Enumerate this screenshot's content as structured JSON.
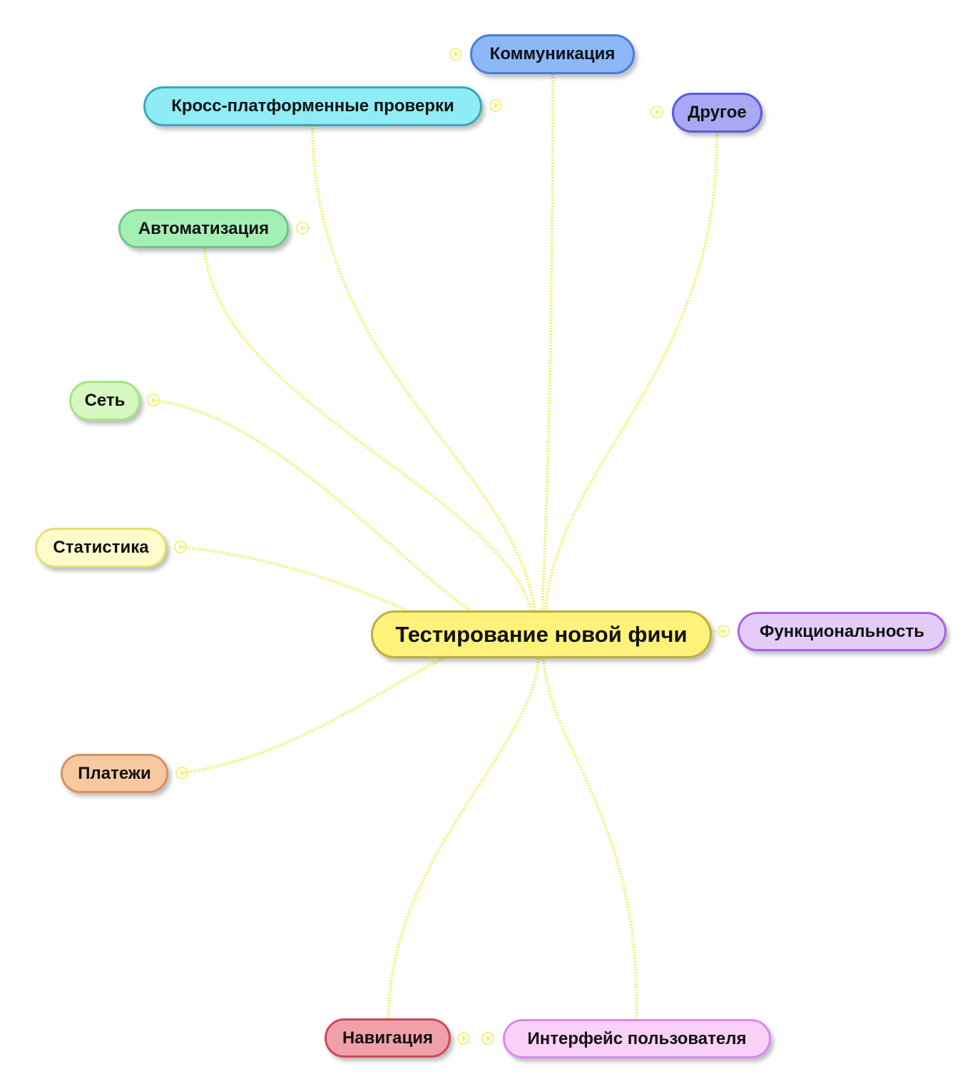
{
  "root": {
    "label": "Тестирование новой фичи",
    "fill": "#fff27a",
    "border": "#b8b040"
  },
  "branches": [
    {
      "label": "Коммуникация",
      "fill": "#8cb8f8",
      "border": "#4a7de0"
    },
    {
      "label": "Кросс-платформенные проверки",
      "fill": "#8eecf4",
      "border": "#3aa8b8"
    },
    {
      "label": "Другое",
      "fill": "#a8a8f4",
      "border": "#5a5ae0"
    },
    {
      "label": "Автоматизация",
      "fill": "#a4f0b4",
      "border": "#6cc888"
    },
    {
      "label": "Сеть",
      "fill": "#d4f8c0",
      "border": "#a0e880"
    },
    {
      "label": "Статистика",
      "fill": "#fffccc",
      "border": "#e8e070"
    },
    {
      "label": "Функциональность",
      "fill": "#e4ccf8",
      "border": "#a860e8"
    },
    {
      "label": "Платежи",
      "fill": "#f8c8a0",
      "border": "#d89060"
    },
    {
      "label": "Навигация",
      "fill": "#f0a0a8",
      "border": "#d04858"
    },
    {
      "label": "Интерфейс пользователя",
      "fill": "#f8d0f8",
      "border": "#d888f0"
    }
  ],
  "link_color": "#f2f070",
  "expand_icon": "circle-play-icon"
}
